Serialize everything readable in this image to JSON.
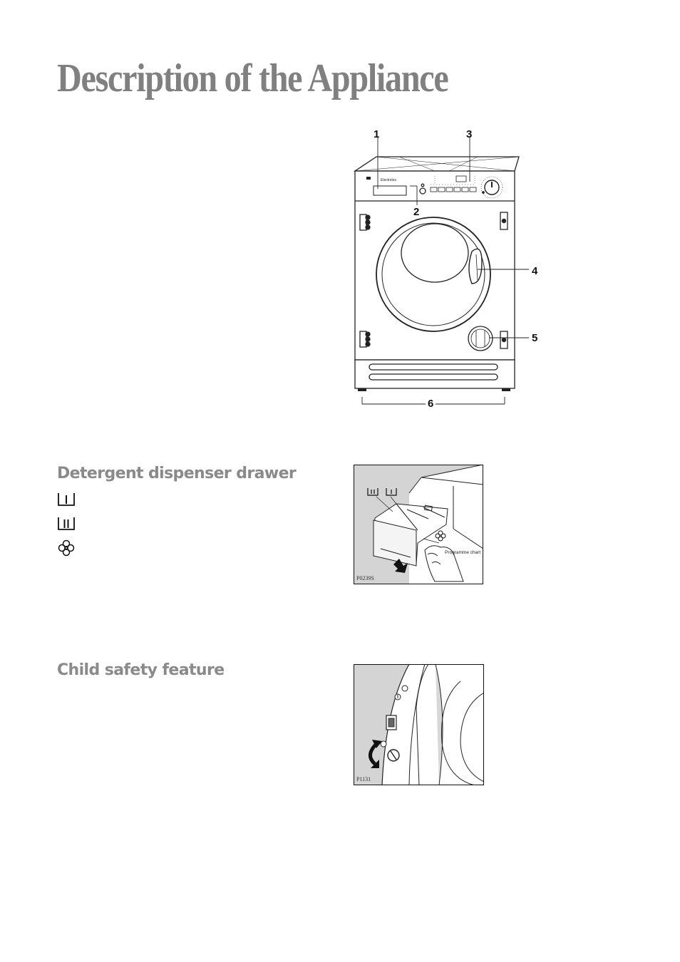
{
  "page": {
    "title": "Description of the Appliance"
  },
  "appliance_figure": {
    "brand": "Electrolux",
    "callouts": [
      "1",
      "2",
      "3",
      "4",
      "5",
      "6"
    ]
  },
  "detergent_section": {
    "heading": "Detergent dispenser drawer",
    "compartment_icons": [
      "prewash-compartment-icon",
      "main-wash-compartment-icon",
      "fabric-softener-icon"
    ],
    "figure": {
      "label_programme_chart": "Programme chart",
      "figure_code": "P0239S"
    }
  },
  "child_safety_section": {
    "heading": "Child safety feature",
    "figure": {
      "figure_code": "P1131"
    }
  }
}
